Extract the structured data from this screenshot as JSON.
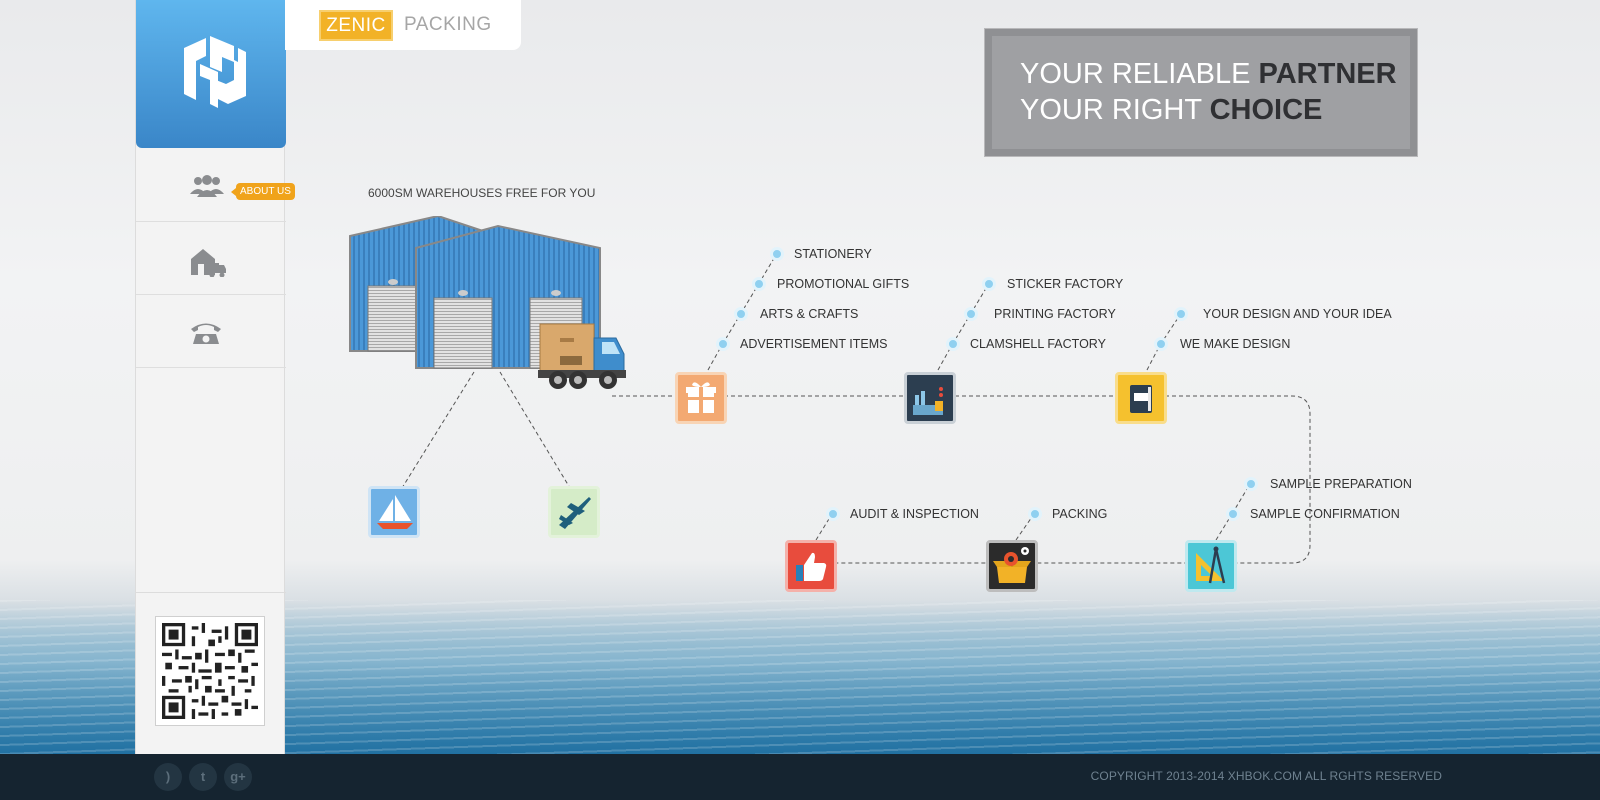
{
  "brand": {
    "primary": "ZENIC",
    "secondary": "PACKING",
    "accent": "#f2b227"
  },
  "slogan": {
    "line1_light": "YOUR RELIABLE ",
    "line1_bold": "PARTNER",
    "line2_light": "YOUR RIGHT ",
    "line2_bold": "CHOICE"
  },
  "sidebar": {
    "items": [
      {
        "icon": "users-icon",
        "badge": "ABOUT US"
      },
      {
        "icon": "warehouse-truck-icon"
      },
      {
        "icon": "telephone-icon"
      }
    ],
    "qr": "qr-code"
  },
  "warehouse": {
    "caption": "6000SM WAREHOUSES FREE FOR YOU"
  },
  "process": {
    "gifts": [
      "STATIONERY",
      "PROMOTIONAL GIFTS",
      "ARTS & CRAFTS",
      "ADVERTISEMENT ITEMS"
    ],
    "factory": [
      "STICKER FACTORY",
      "PRINTING FACTORY",
      "CLAMSHELL FACTORY"
    ],
    "design": [
      "YOUR DESIGN AND YOUR IDEA",
      "WE MAKE DESIGN"
    ],
    "sample": [
      "SAMPLE PREPARATION",
      "SAMPLE CONFIRMATION"
    ],
    "packing": [
      "PACKING"
    ],
    "audit": [
      "AUDIT & INSPECTION"
    ]
  },
  "footer": {
    "copyright": "COPYRIGHT 2013-2014 XHBOK.COM ALL RGHTS RESERVED",
    "social": [
      "rss-icon",
      "twitter-icon",
      "google-plus-icon"
    ]
  }
}
